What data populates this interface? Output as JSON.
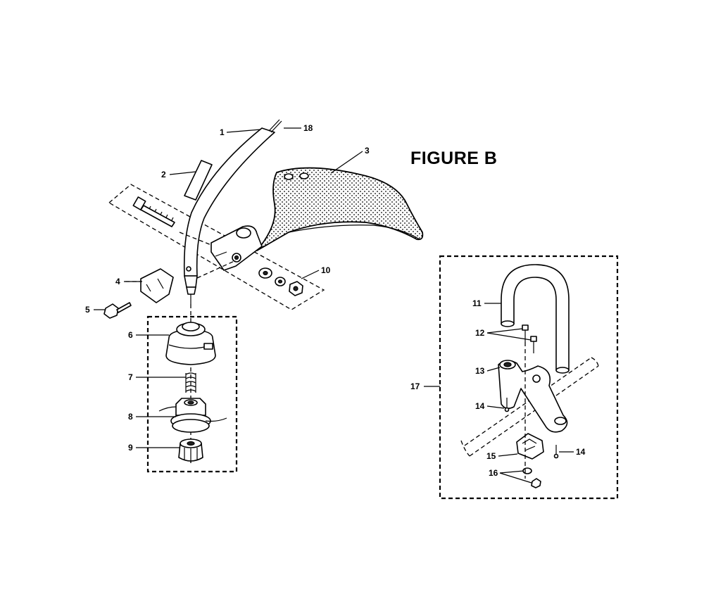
{
  "figure": {
    "title": "FIGURE B"
  },
  "callouts": {
    "c1": "1",
    "c2": "2",
    "c3": "3",
    "c4": "4",
    "c5": "5",
    "c6": "6",
    "c7": "7",
    "c8": "8",
    "c9": "9",
    "c10": "10",
    "c11": "11",
    "c12": "12",
    "c13": "13",
    "c14a": "14",
    "c14b": "14",
    "c15": "15",
    "c16": "16",
    "c17": "17",
    "c18": "18"
  }
}
